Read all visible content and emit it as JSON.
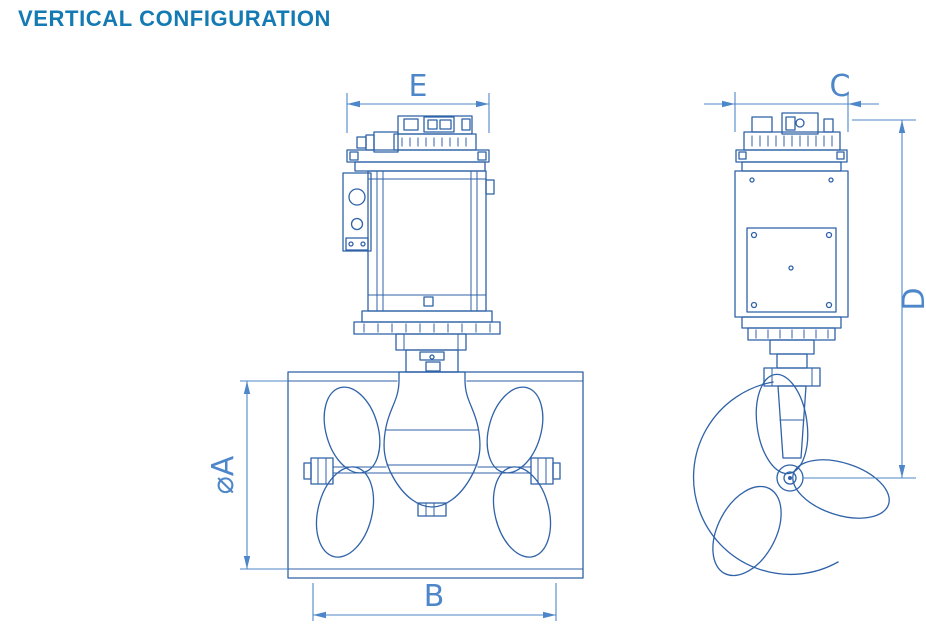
{
  "page": {
    "title": "VERTICAL CONFIGURATION"
  },
  "colors": {
    "title_text": "#147ab3",
    "drawing_line": "#2f62a8",
    "dimension_line": "#4e87c9",
    "background": "#ffffff"
  },
  "front_view": {
    "dim_top": "E",
    "dim_left": "⌀A",
    "dim_bottom": "B"
  },
  "side_view": {
    "dim_top": "C",
    "dim_right": "D"
  }
}
